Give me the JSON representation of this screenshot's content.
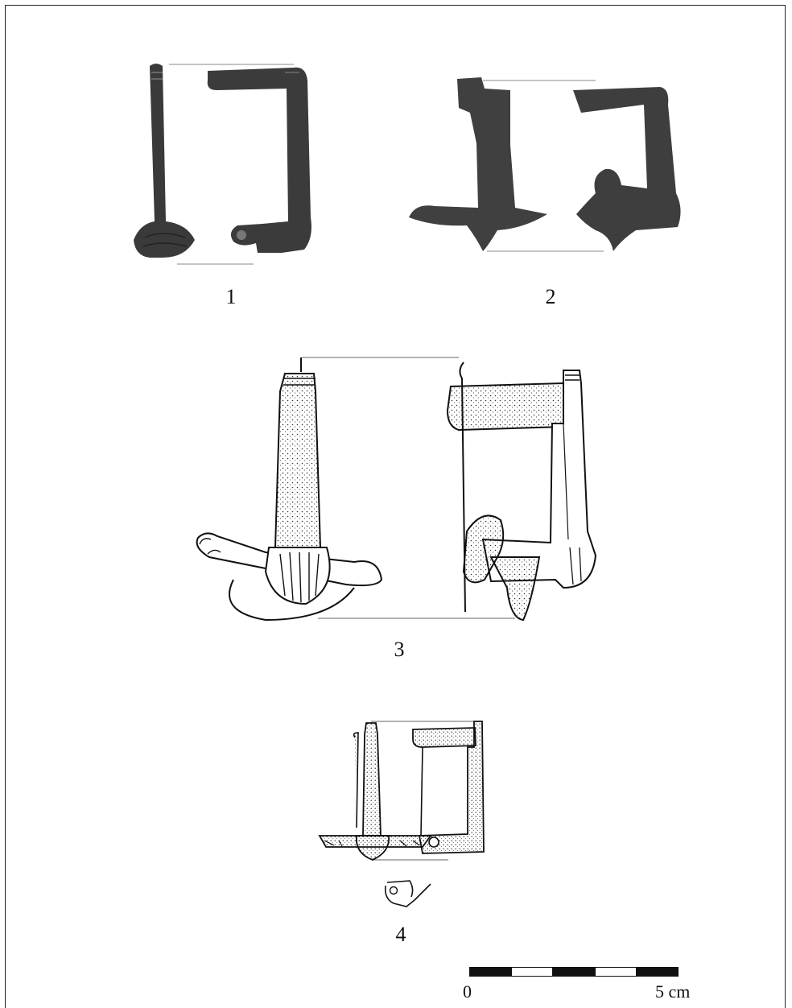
{
  "figures": [
    {
      "label": "1",
      "kind": "photograph"
    },
    {
      "label": "2",
      "kind": "photograph"
    },
    {
      "label": "3",
      "kind": "drawing"
    },
    {
      "label": "4",
      "kind": "drawing"
    }
  ],
  "scale_bar": {
    "start_label": "0",
    "end_label": "5 cm",
    "segments": 5
  },
  "colors": {
    "frame": "#222222",
    "bronze_photo": "#3a3a3a",
    "corroded_photo": "#404040",
    "ink": "#111111"
  }
}
